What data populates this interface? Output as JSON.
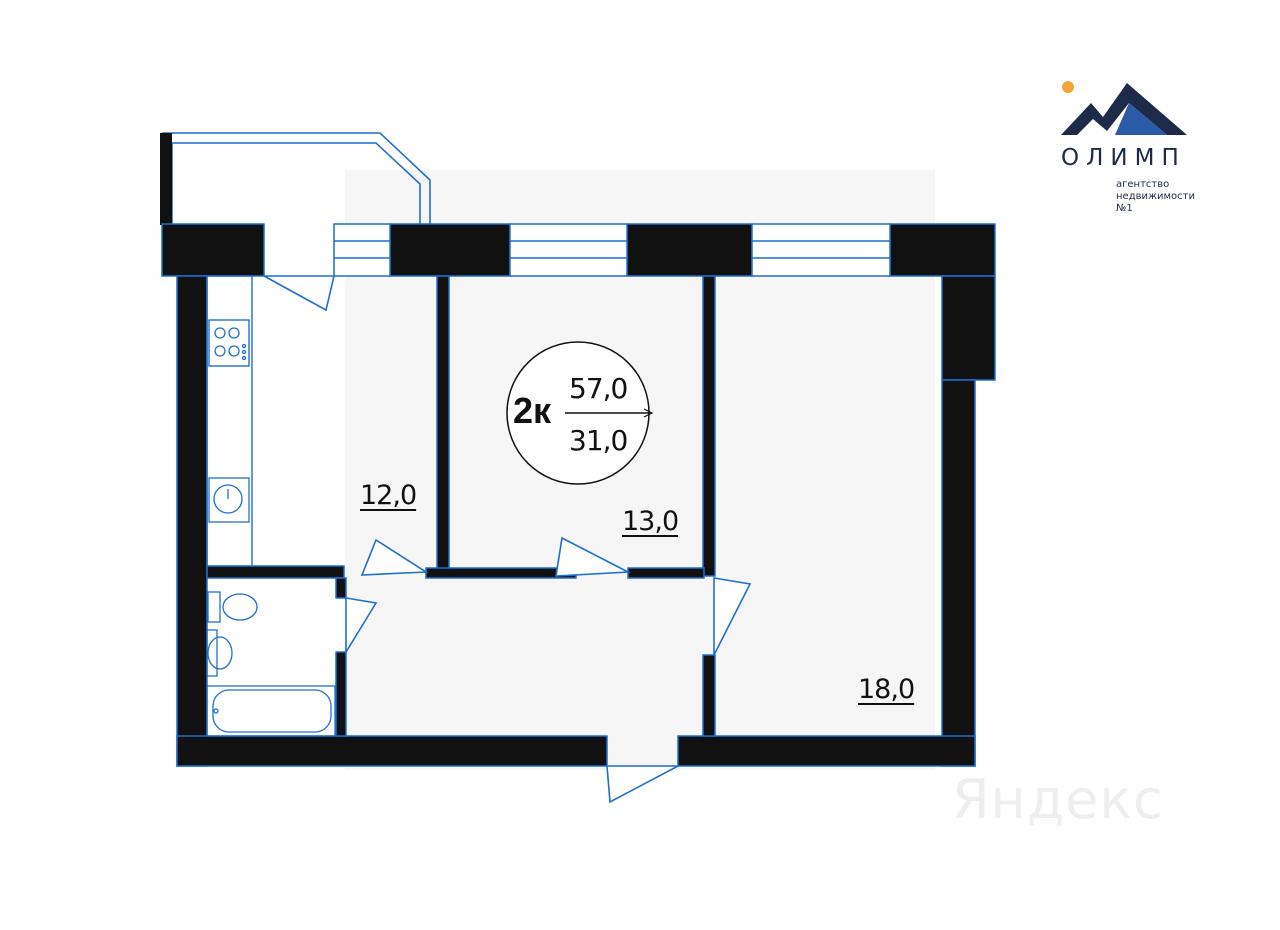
{
  "plan": {
    "summary": {
      "rooms": "2к",
      "total_area": "57,0",
      "living_area": "31,0"
    },
    "rooms": [
      {
        "id": "kitchen",
        "area": "12,0"
      },
      {
        "id": "bedroom",
        "area": "13,0"
      },
      {
        "id": "living-room",
        "area": "18,0"
      }
    ]
  },
  "logo": {
    "name": "ОЛИМП",
    "tagline": "агентство недвижимости №1"
  },
  "watermark": "Яндекс",
  "colors": {
    "wall": "#111111",
    "accent": "#1f6fd0",
    "logo_dark": "#1e2a4a",
    "logo_blue": "#2a5aa8",
    "logo_orange": "#f2a33a"
  }
}
